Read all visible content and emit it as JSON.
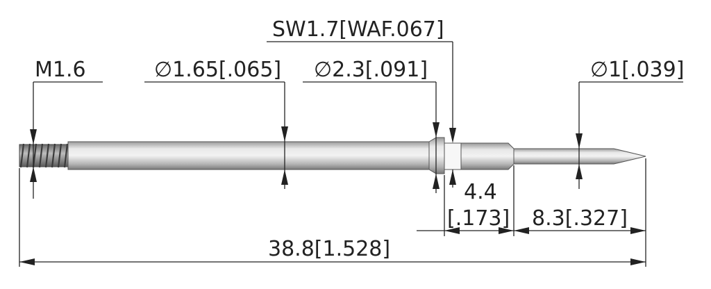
{
  "labels": {
    "thread": "M1.6",
    "shaft_diameter": "∅1.65[.065]",
    "collar_diameter": "∅2.3[.091]",
    "wrench": "SW1.7[WAF.067]",
    "tip_diameter": "∅1[.039]",
    "hex_length_mm": "4.4",
    "hex_length_in": "[.173]",
    "tip_length": "8.3[.327]",
    "overall_length": "38.8[1.528]"
  },
  "colors": {
    "line": "#222222",
    "metal_light": "#e2e2e2",
    "metal_dark": "#8a8a8a",
    "background": "#ffffff"
  }
}
